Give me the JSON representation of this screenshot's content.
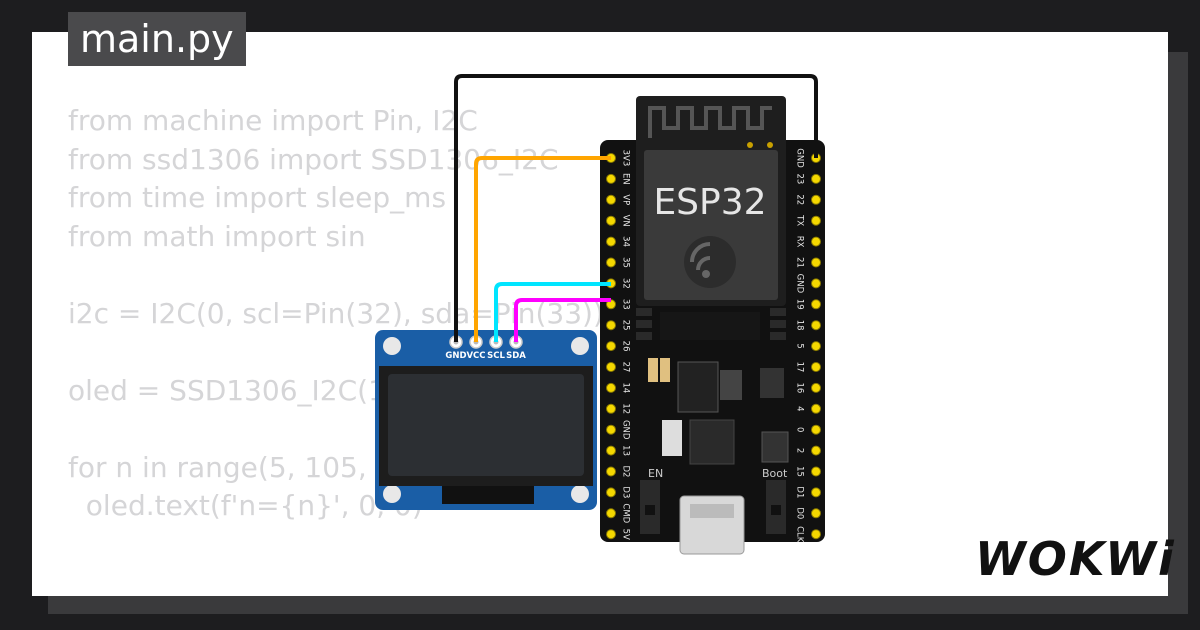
{
  "file_tab": {
    "label": "main.py"
  },
  "code_lines": [
    "from machine import Pin, I2C",
    "from ssd1306 import SSD1306_I2C",
    "from time import sleep_ms",
    "from math import sin",
    "",
    "i2c = I2C(0, scl=Pin(32), sda=Pin(33))",
    "",
    "oled = SSD1306_I2C(128, 64, i2c)",
    "",
    "for n in range(5, 105, 5):",
    "  oled.text(f'n={n}', 0, 0)"
  ],
  "oled": {
    "pins": [
      "GND",
      "VCC",
      "SCL",
      "SDA"
    ],
    "board_color": "#1a5ea6"
  },
  "esp32": {
    "chip_label": "ESP32",
    "left_pins": [
      "3V3",
      "EN",
      "VP",
      "VN",
      "34",
      "35",
      "32",
      "33",
      "25",
      "26",
      "27",
      "14",
      "12",
      "GND",
      "13",
      "D2",
      "D3",
      "CMD",
      "5V"
    ],
    "right_pins": [
      "GND",
      "23",
      "22",
      "TX",
      "RX",
      "21",
      "GND",
      "19",
      "18",
      "5",
      "17",
      "16",
      "4",
      "0",
      "2",
      "15",
      "D1",
      "D0",
      "CLK"
    ],
    "button_en": "EN",
    "button_boot": "Boot"
  },
  "wires": {
    "gnd_color": "#111111",
    "vcc_color": "#ffa500",
    "scl_color": "#00e5ff",
    "sda_color": "#ff00ff"
  },
  "brand": {
    "logo_text": "WOKWi"
  }
}
